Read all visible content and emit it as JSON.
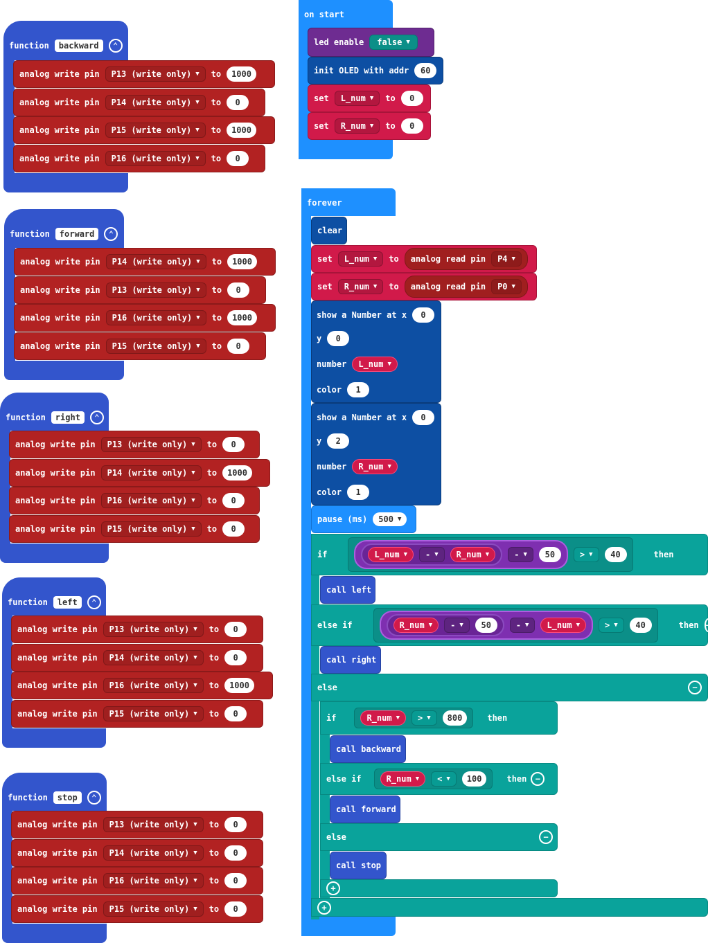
{
  "functions": {
    "label": "function",
    "write_label": "analog write pin",
    "to_label": "to",
    "backward": {
      "name": "backward",
      "rows": [
        {
          "pin": "P13 (write only)",
          "value": "1000"
        },
        {
          "pin": "P14 (write only)",
          "value": "0"
        },
        {
          "pin": "P15 (write only)",
          "value": "1000"
        },
        {
          "pin": "P16 (write only)",
          "value": "0"
        }
      ]
    },
    "forward": {
      "name": "forward",
      "rows": [
        {
          "pin": "P14 (write only)",
          "value": "1000"
        },
        {
          "pin": "P13 (write only)",
          "value": "0"
        },
        {
          "pin": "P16 (write only)",
          "value": "1000"
        },
        {
          "pin": "P15 (write only)",
          "value": "0"
        }
      ]
    },
    "right": {
      "name": "right",
      "rows": [
        {
          "pin": "P13 (write only)",
          "value": "0"
        },
        {
          "pin": "P14 (write only)",
          "value": "1000"
        },
        {
          "pin": "P16 (write only)",
          "value": "0"
        },
        {
          "pin": "P15 (write only)",
          "value": "0"
        }
      ]
    },
    "left": {
      "name": "left",
      "rows": [
        {
          "pin": "P13 (write only)",
          "value": "0"
        },
        {
          "pin": "P14 (write only)",
          "value": "0"
        },
        {
          "pin": "P16 (write only)",
          "value": "1000"
        },
        {
          "pin": "P15 (write only)",
          "value": "0"
        }
      ]
    },
    "stop": {
      "name": "stop",
      "rows": [
        {
          "pin": "P13 (write only)",
          "value": "0"
        },
        {
          "pin": "P14 (write only)",
          "value": "0"
        },
        {
          "pin": "P16 (write only)",
          "value": "0"
        },
        {
          "pin": "P15 (write only)",
          "value": "0"
        }
      ]
    }
  },
  "on_start": {
    "title": "on start",
    "led_enable": "led enable",
    "led_value": "false",
    "init_oled": "init OLED with addr",
    "oled_addr": "60",
    "set": "set",
    "to": "to",
    "var1": "L_num",
    "var2": "R_num",
    "zero": "0"
  },
  "forever": {
    "title": "forever",
    "clear": "clear",
    "set": "set",
    "to": "to",
    "analog_read": "analog read pin",
    "pin_l": "P4",
    "pin_r": "P0",
    "var_l": "L_num",
    "var_r": "R_num",
    "show_num": "show a Number at x",
    "y": "y",
    "number": "number",
    "color": "color",
    "x1": "0",
    "y1": "0",
    "c1": "1",
    "x2": "0",
    "y2": "2",
    "c2": "1",
    "pause": "pause (ms)",
    "pause_val": "500",
    "if": "if",
    "else_if": "else if",
    "else": "else",
    "then": "then",
    "minus": "-",
    "gt": ">",
    "lt": "<",
    "fifty": "50",
    "forty": "40",
    "eight_hundred": "800",
    "one_hundred": "100",
    "call_left": "call left",
    "call_right": "call right",
    "call_backward": "call backward",
    "call_forward": "call forward",
    "call_stop": "call stop"
  },
  "icons": {
    "collapse": "collapse-icon",
    "remove": "remove-icon",
    "add": "add-icon"
  },
  "colors": {
    "function": "#3355cc",
    "pins": "#b22222",
    "variables": "#d11a4a",
    "logic": "#0aa39b",
    "basic": "#1e90ff",
    "oled": "#0d4fa3",
    "led": "#6e2c91"
  }
}
